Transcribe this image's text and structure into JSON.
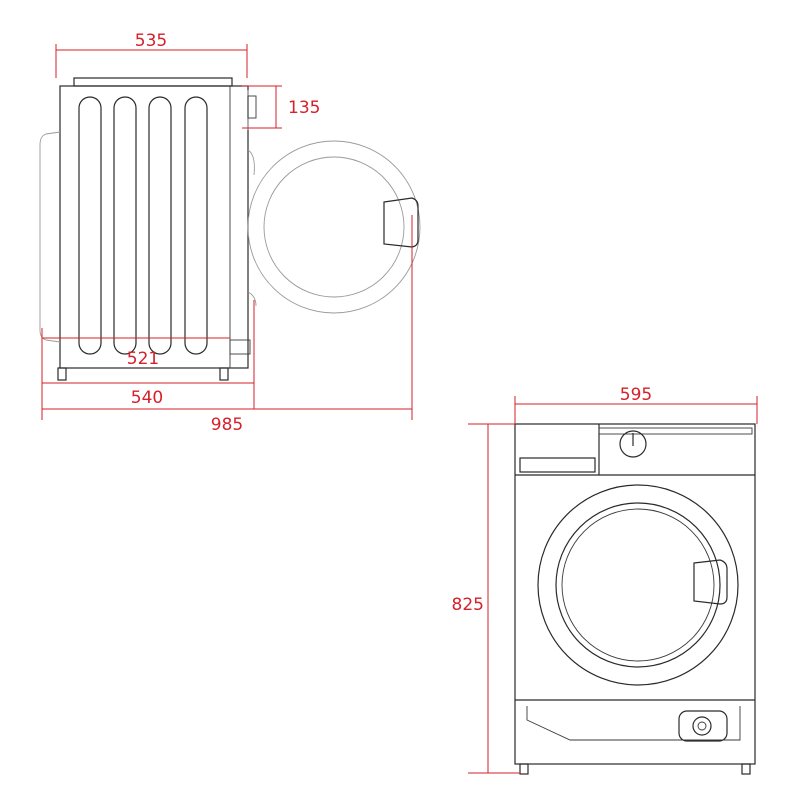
{
  "diagram": {
    "dimensions": {
      "depth_top": "535",
      "door_protrusion": "135",
      "depth_body": "521",
      "depth_total": "540",
      "depth_door_open": "985",
      "width": "595",
      "height": "825"
    }
  },
  "colors": {
    "dimension": "#d6202a",
    "outline": "#2a2a2a"
  }
}
